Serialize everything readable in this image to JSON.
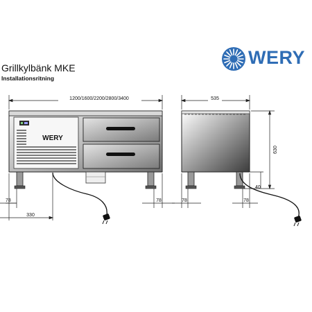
{
  "header": {
    "title": "Grillkylbänk MKE",
    "subtitle": "Installationsritning"
  },
  "brand": {
    "name": "WERY",
    "color": "#2f6db5",
    "icon": "sunburst-logo-icon"
  },
  "front_view": {
    "width_dimension": "1200/1600/2200/2800/3400",
    "panel_label": "WERY",
    "leg_offset_left": "78",
    "leg_offset_right": "78",
    "cable_offset": "330"
  },
  "side_view": {
    "depth_dimension": "535",
    "height_dimension": "630",
    "leg_offset_left": "78",
    "leg_offset_right": "78",
    "leg_height": "40"
  }
}
